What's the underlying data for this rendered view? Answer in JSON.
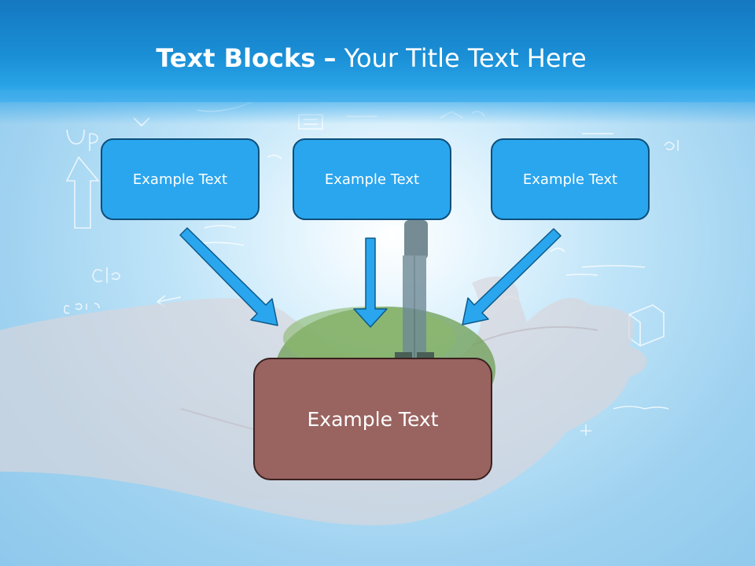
{
  "slide": {
    "title_bold": "Text Blocks",
    "title_separator": "–",
    "title_regular": "Your Title Text Here"
  },
  "blocks": [
    {
      "label": "Example Text"
    },
    {
      "label": "Example Text"
    },
    {
      "label": "Example Text"
    }
  ],
  "main_block": {
    "label": "Example Text"
  },
  "colors": {
    "header": "#1a8fd6",
    "block_fill": "#2aa6ee",
    "block_border": "#0d4f7a",
    "main_fill": "#996360",
    "main_border": "#3a2120",
    "arrow": "#2aa6ee"
  }
}
